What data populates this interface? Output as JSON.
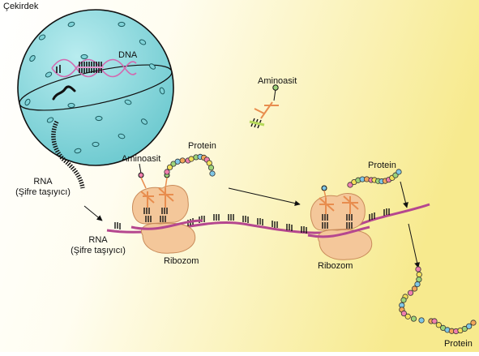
{
  "labels": {
    "nucleus": "Çekirdek",
    "dna": "DNA",
    "aminoacid_top": "Aminoasit",
    "aminoacid_left": "Aminoasit",
    "protein_left": "Protein",
    "protein_right": "Protein",
    "protein_bottom": "Protein",
    "rna_upper_line1": "RNA",
    "rna_upper_line2": "(Şifre taşıyıcı)",
    "rna_lower_line1": "RNA",
    "rna_lower_line2": "(Şifre taşıyıcı)",
    "ribosome_left": "Ribozom",
    "ribosome_right": "Ribozom"
  },
  "colors": {
    "background_left": "#ffffff",
    "background_right": "#f7ea8e",
    "nucleus_fill": "#8fd9dd",
    "ribosome_fill": "#f4c79a",
    "mrna_strand": "#b5478f",
    "dna_helix": "#d26ab0",
    "amino_beads": [
      "#f07fae",
      "#f4e05a",
      "#9ed47a",
      "#7fc7e6",
      "#f3a65a"
    ]
  }
}
